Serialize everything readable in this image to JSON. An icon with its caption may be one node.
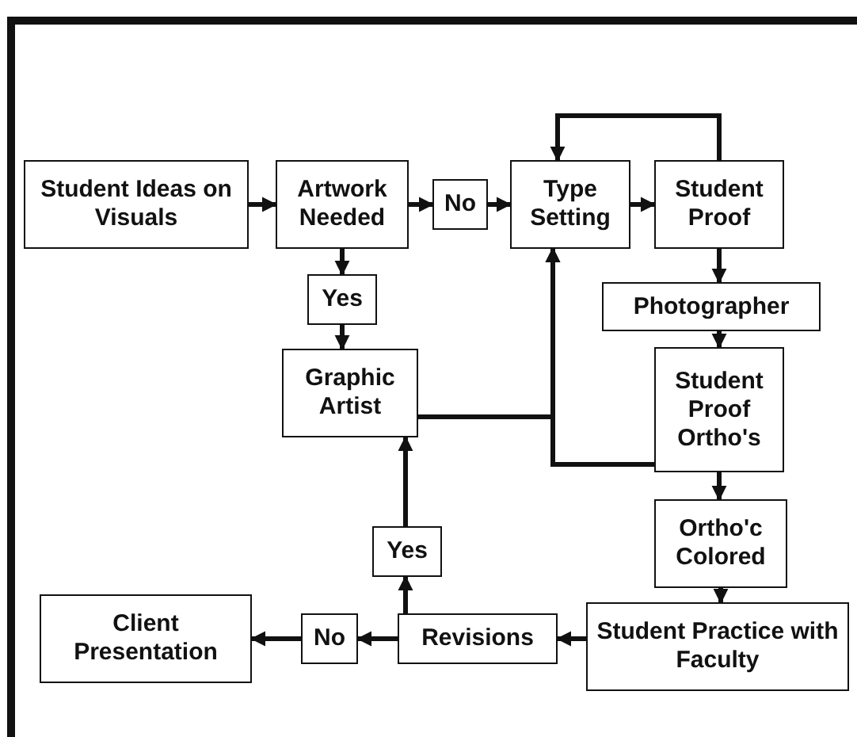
{
  "diagram": {
    "nodes": [
      {
        "text": [
          "Student Ideas on Visuals"
        ]
      },
      {
        "text": [
          "Artwork Needed"
        ]
      },
      {
        "text": [
          "No"
        ]
      },
      {
        "text": [
          "Type Setting"
        ]
      },
      {
        "text": [
          "Student Proof"
        ]
      },
      {
        "text": [
          "Yes"
        ]
      },
      {
        "text": [
          "Photographer"
        ]
      },
      {
        "text": [
          "Graphic Artist"
        ]
      },
      {
        "text": [
          "Student Proof Ortho's"
        ]
      },
      {
        "text": [
          "Ortho'c Colored"
        ]
      },
      {
        "text": [
          "Yes"
        ]
      },
      {
        "text": [
          "Client Presentation"
        ]
      },
      {
        "text": [
          "No"
        ]
      },
      {
        "text": [
          "Revisions"
        ]
      },
      {
        "text": [
          "Student Practice with Faculty"
        ]
      }
    ],
    "edges": [
      {
        "from": 0,
        "to": 1,
        "arrow": "to"
      },
      {
        "from": 1,
        "to": 2,
        "arrow": "to"
      },
      {
        "from": 2,
        "to": 3,
        "arrow": "to"
      },
      {
        "from": 3,
        "to": 4,
        "arrow": "to"
      },
      {
        "from": 4,
        "to": 3,
        "arrow": "to"
      },
      {
        "from": 1,
        "to": 5,
        "arrow": "to"
      },
      {
        "from": 5,
        "to": 7,
        "arrow": "to"
      },
      {
        "from": 4,
        "to": 6,
        "arrow": "to"
      },
      {
        "from": 6,
        "to": 8,
        "arrow": "to"
      },
      {
        "from": 7,
        "to": 3,
        "arrow": "to"
      },
      {
        "from": 8,
        "to": 3,
        "arrow": "to"
      },
      {
        "from": 8,
        "to": 9,
        "arrow": "to"
      },
      {
        "from": 9,
        "to": 14,
        "arrow": "to"
      },
      {
        "from": 14,
        "to": 13,
        "arrow": "to"
      },
      {
        "from": 13,
        "to": 12,
        "arrow": "to"
      },
      {
        "from": 12,
        "to": 11,
        "arrow": "to"
      },
      {
        "from": 13,
        "to": 10,
        "arrow": "to"
      },
      {
        "from": 10,
        "to": 7,
        "arrow": "to"
      }
    ]
  }
}
